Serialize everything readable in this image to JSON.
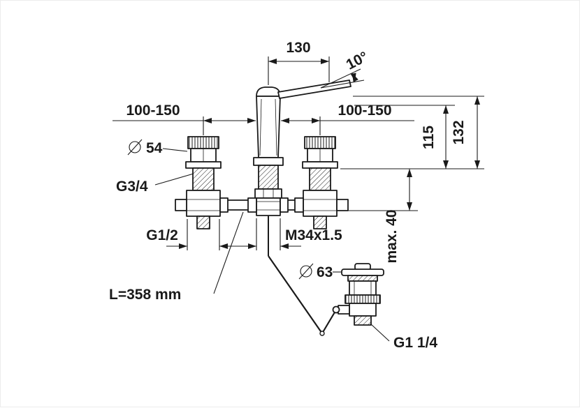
{
  "style": {
    "background": "#ffffff",
    "line_color": "#1a1a1a"
  },
  "annotations": {
    "dim_130": "130",
    "angle": "10°",
    "spacing_left": "100-150",
    "spacing_right": "100-150",
    "height_115": "115",
    "height_132": "132",
    "dia_handle": {
      "symbol": "⌀",
      "value": "54"
    },
    "thread_handle": "G3/4",
    "thread_inlet": "G1/2",
    "thread_shank": "M34x1.5",
    "deck_max": "max. 40",
    "dia_waste": {
      "symbol": "⌀",
      "value": "63"
    },
    "hose_length": "L=358 mm",
    "thread_waste": "G1 1/4"
  }
}
